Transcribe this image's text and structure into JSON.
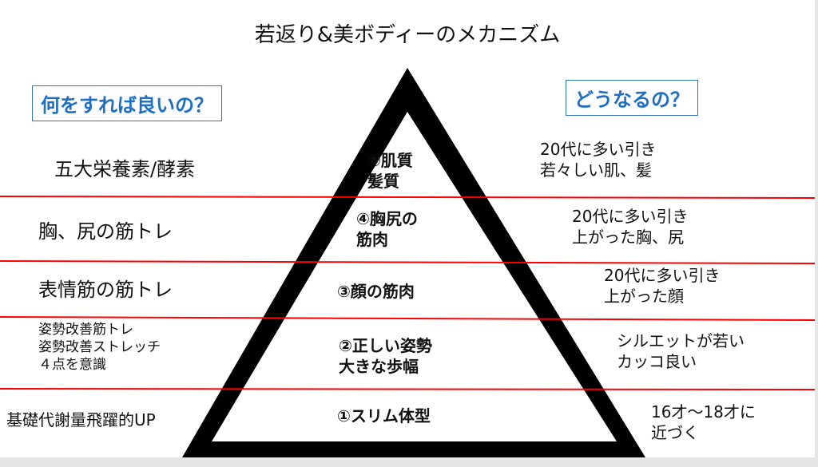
{
  "title": "若返り&美ボディーのメカニズム",
  "left_header": "何をすれば良いの？",
  "right_header": "どうなるの？",
  "levels": [
    {
      "left": [
        "五大栄養素/酵素"
      ],
      "mid": [
        "⑤肌質",
        "髪質"
      ],
      "right": [
        "20代に多い引き",
        "若々しい肌、髪"
      ]
    },
    {
      "left": [
        "胸、尻の筋トレ"
      ],
      "mid": [
        "④胸尻の",
        "筋肉"
      ],
      "right": [
        "20代に多い引き",
        "上がった胸、尻"
      ]
    },
    {
      "left": [
        "表情筋の筋トレ"
      ],
      "mid": [
        "③顔の筋肉"
      ],
      "right": [
        "20代に多い引き",
        "上がった顔"
      ]
    },
    {
      "left": [
        "姿勢改善筋トレ",
        "姿勢改善ストレッチ",
        "４点を意識"
      ],
      "mid": [
        "②正しい姿勢",
        "大きな歩幅"
      ],
      "right": [
        "シルエットが若い",
        "カッコ良い"
      ]
    },
    {
      "left": [
        "基礎代謝量飛躍的UP"
      ],
      "mid": [
        "①スリム体型"
      ],
      "right": [
        "16才～18才に",
        "近づく"
      ]
    }
  ],
  "colors": {
    "accent": "#2e75b6",
    "divider": "#ff0000"
  }
}
